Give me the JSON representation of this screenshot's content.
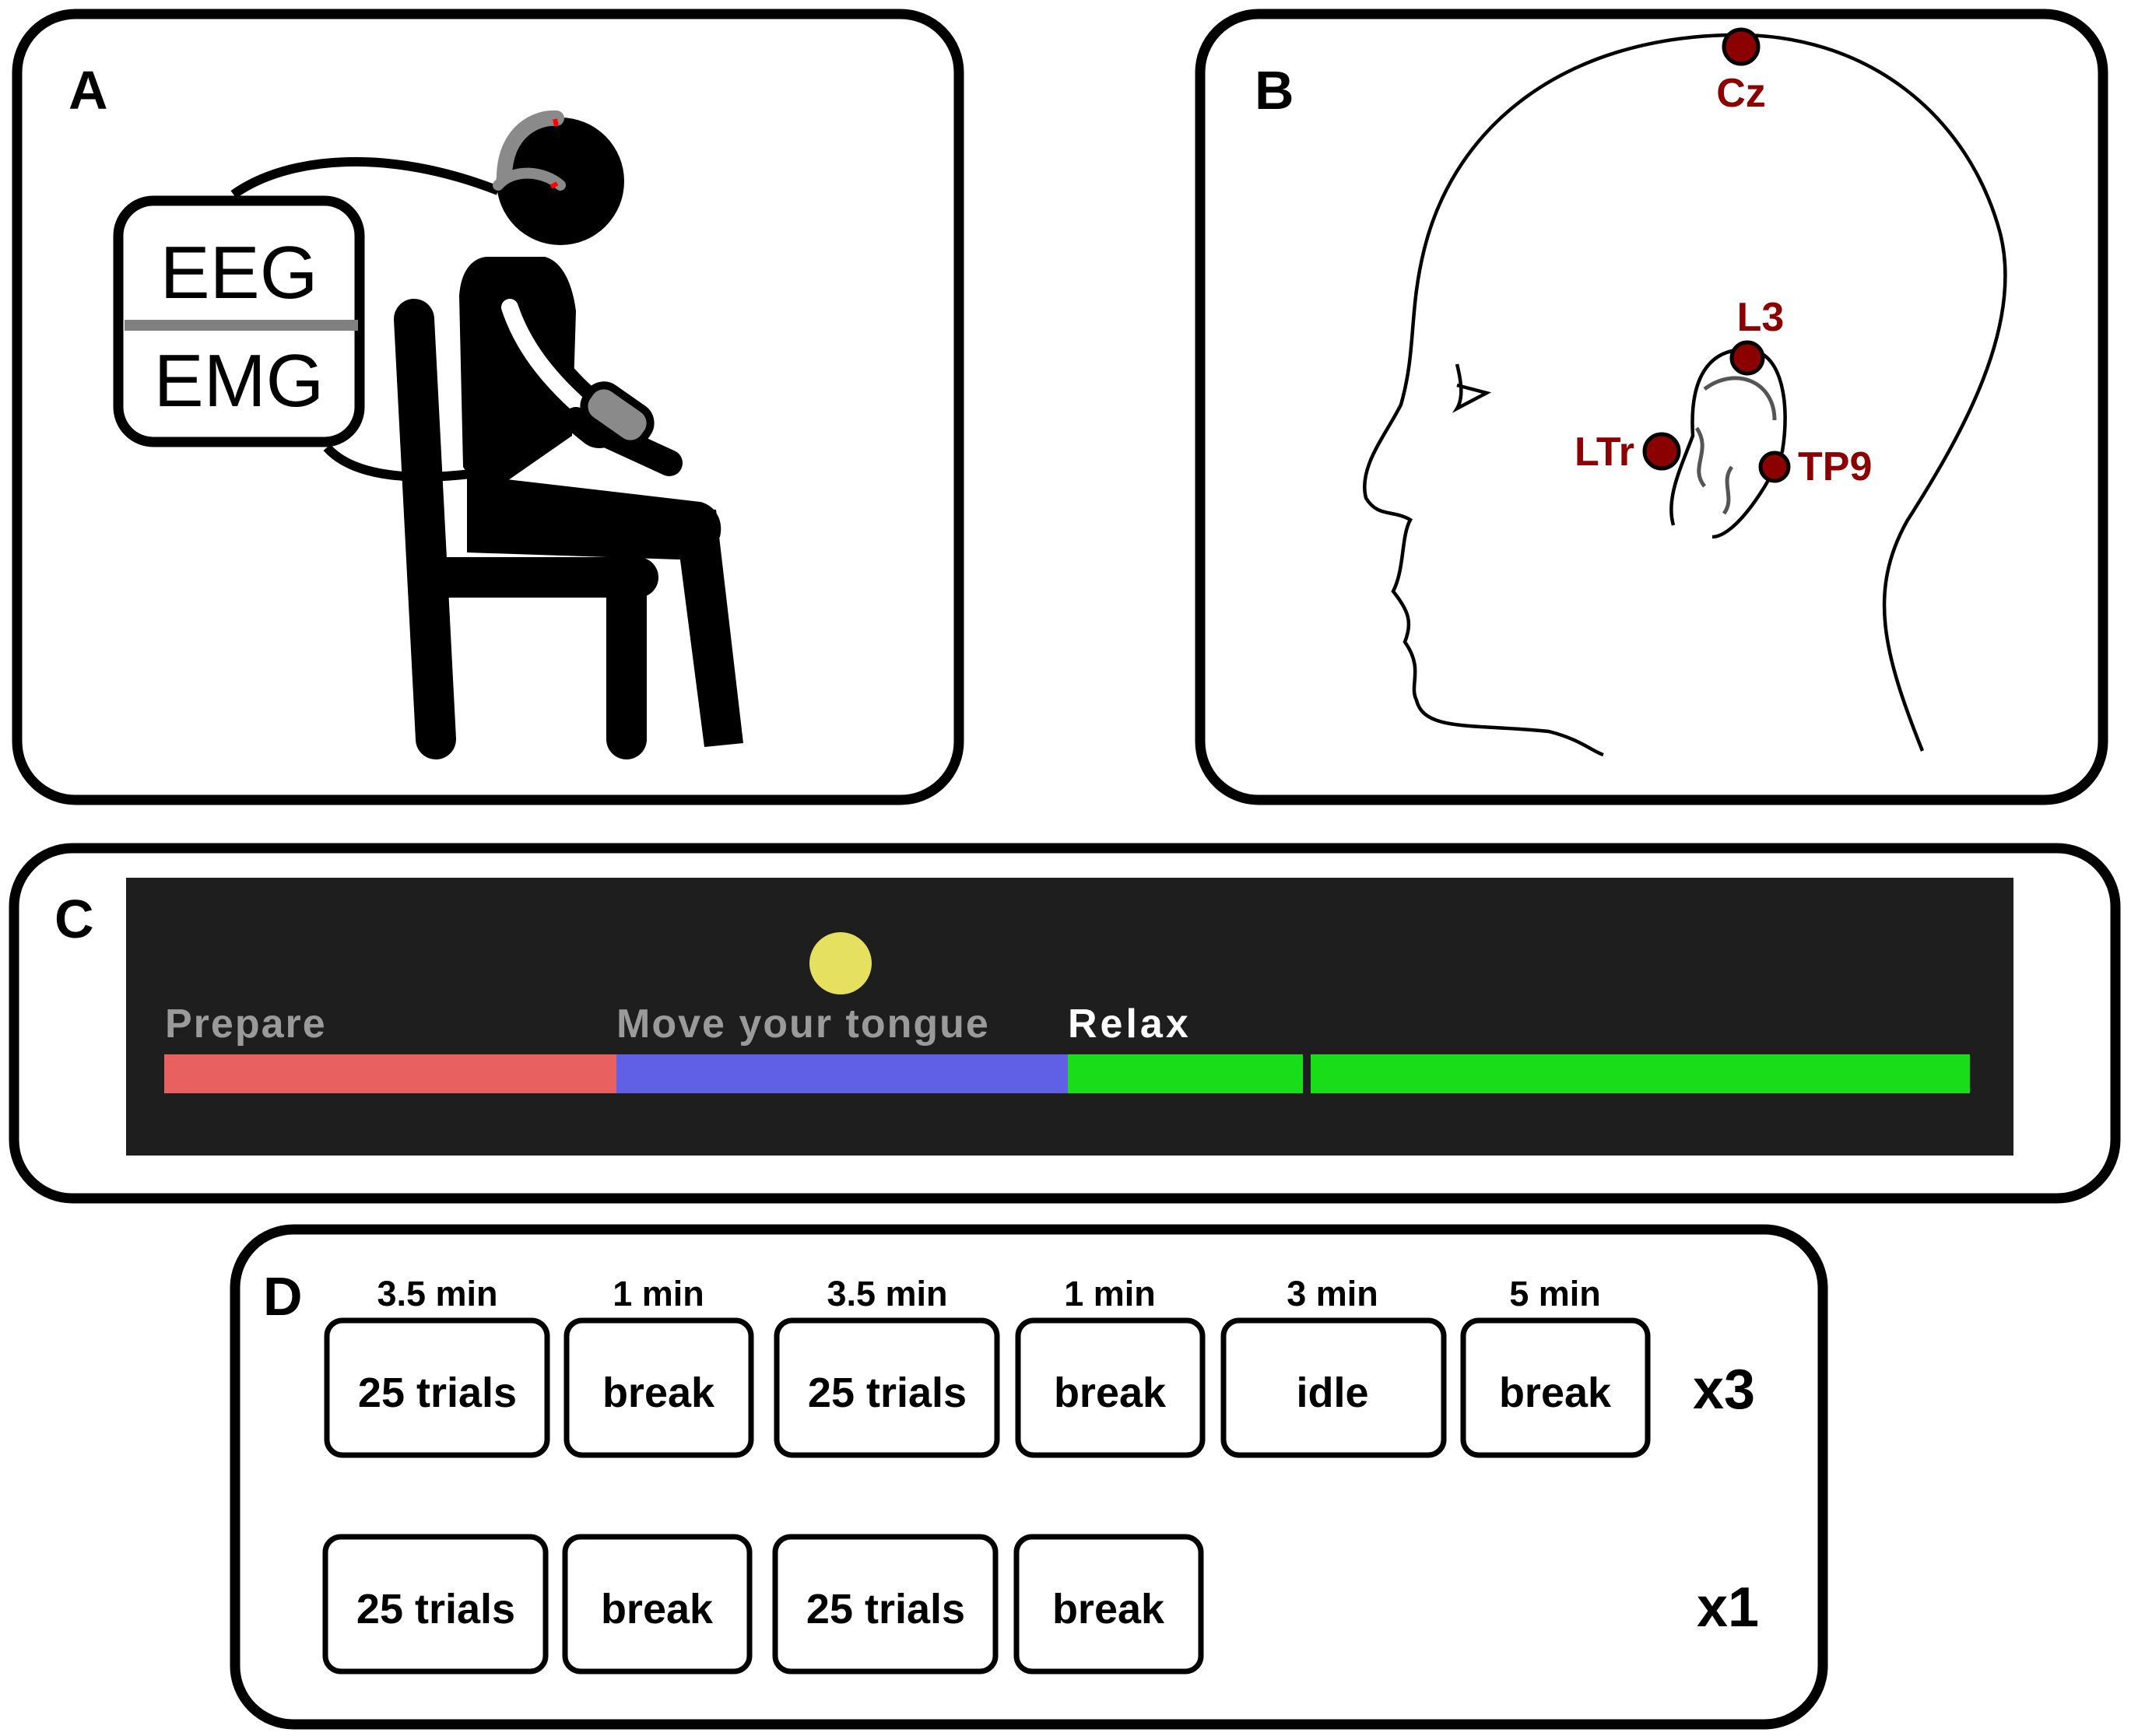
{
  "panels": {
    "a": {
      "letter": "A",
      "device_top": "EEG",
      "device_bottom": "EMG"
    },
    "b": {
      "letter": "B",
      "electrodes": {
        "cz": "Cz",
        "l3": "L3",
        "ltr": "LTr",
        "tp9": "TP9"
      },
      "electrode_color": "#8b0000"
    },
    "c": {
      "letter": "C",
      "labels": {
        "prepare": "Prepare",
        "move": "Move your tongue",
        "relax": "Relax"
      },
      "colors": {
        "prepare": "#e86060",
        "move": "#6060e6",
        "relax": "#18dd18",
        "background": "#1e1e1e",
        "cue": "#e6e060"
      }
    },
    "d": {
      "letter": "D",
      "row1": {
        "durations": [
          "3.5 min",
          "1 min",
          "3.5 min",
          "1 min",
          "3 min",
          "5 min"
        ],
        "blocks": [
          "25 trials",
          "break",
          "25 trials",
          "break",
          "idle",
          "break"
        ],
        "repeat": "x3"
      },
      "row2": {
        "blocks": [
          "25 trials",
          "break",
          "25 trials",
          "break"
        ],
        "repeat": "x1"
      }
    }
  }
}
